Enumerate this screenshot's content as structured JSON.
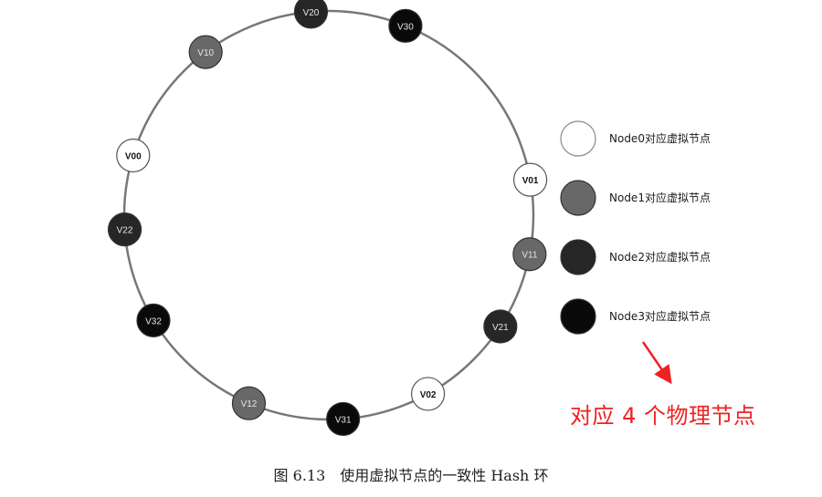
{
  "ring": {
    "nodes": [
      {
        "label": "V00",
        "owner": 0,
        "angle_deg": 163
      },
      {
        "label": "V10",
        "owner": 1,
        "angle_deg": 127
      },
      {
        "label": "V20",
        "owner": 2,
        "angle_deg": 95
      },
      {
        "label": "V30",
        "owner": 3,
        "angle_deg": 68
      },
      {
        "label": "V01",
        "owner": 0,
        "angle_deg": 10
      },
      {
        "label": "V11",
        "owner": 1,
        "angle_deg": -11
      },
      {
        "label": "V21",
        "owner": 2,
        "angle_deg": -33
      },
      {
        "label": "V02",
        "owner": 0,
        "angle_deg": -61
      },
      {
        "label": "V31",
        "owner": 3,
        "angle_deg": -86
      },
      {
        "label": "V12",
        "owner": 1,
        "angle_deg": -113
      },
      {
        "label": "V32",
        "owner": 3,
        "angle_deg": -149
      },
      {
        "label": "V22",
        "owner": 2,
        "angle_deg": -176
      }
    ]
  },
  "legend": [
    {
      "label": "Node0对应虚拟节点",
      "fill": "#ffffff"
    },
    {
      "label": "Node1对应虚拟节点",
      "fill": "#686868"
    },
    {
      "label": "Node2对应虚拟节点",
      "fill": "#262626"
    },
    {
      "label": "Node3对应虚拟节点",
      "fill": "#0a0a0a"
    }
  ],
  "annotation": {
    "text": "对应 4 个物理节点",
    "color": "#ee2222"
  },
  "caption": "图 6.13　使用虚拟节点的一致性 Hash 环"
}
